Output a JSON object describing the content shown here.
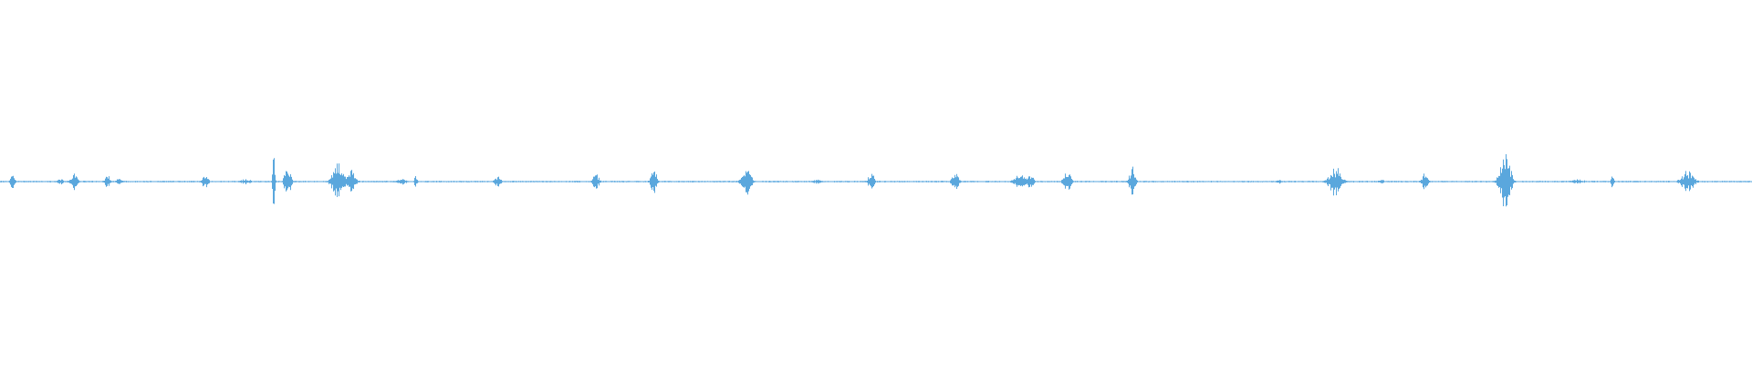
{
  "waveform": {
    "color": "#5aa7dd",
    "background": "#ffffff",
    "baseline_amplitude": 0.004,
    "bursts": [
      {
        "t": 0.007,
        "amp": 0.05,
        "width": 0.0015
      },
      {
        "t": 0.034,
        "amp": 0.02,
        "width": 0.002
      },
      {
        "t": 0.042,
        "amp": 0.06,
        "width": 0.002
      },
      {
        "t": 0.061,
        "amp": 0.05,
        "width": 0.0015
      },
      {
        "t": 0.068,
        "amp": 0.02,
        "width": 0.002
      },
      {
        "t": 0.117,
        "amp": 0.05,
        "width": 0.002
      },
      {
        "t": 0.14,
        "amp": 0.02,
        "width": 0.003
      },
      {
        "t": 0.156,
        "amp": 0.2,
        "width": 0.0008
      },
      {
        "t": 0.164,
        "amp": 0.12,
        "width": 0.002
      },
      {
        "t": 0.193,
        "amp": 0.12,
        "width": 0.004
      },
      {
        "t": 0.2,
        "amp": 0.08,
        "width": 0.003
      },
      {
        "t": 0.229,
        "amp": 0.02,
        "width": 0.003
      },
      {
        "t": 0.237,
        "amp": 0.04,
        "width": 0.001
      },
      {
        "t": 0.284,
        "amp": 0.04,
        "width": 0.002
      },
      {
        "t": 0.34,
        "amp": 0.05,
        "width": 0.002
      },
      {
        "t": 0.373,
        "amp": 0.08,
        "width": 0.002
      },
      {
        "t": 0.426,
        "amp": 0.09,
        "width": 0.003
      },
      {
        "t": 0.466,
        "amp": 0.015,
        "width": 0.003
      },
      {
        "t": 0.497,
        "amp": 0.06,
        "width": 0.002
      },
      {
        "t": 0.545,
        "amp": 0.07,
        "width": 0.002
      },
      {
        "t": 0.582,
        "amp": 0.04,
        "width": 0.004
      },
      {
        "t": 0.588,
        "amp": 0.05,
        "width": 0.002
      },
      {
        "t": 0.609,
        "amp": 0.07,
        "width": 0.0025
      },
      {
        "t": 0.646,
        "amp": 0.09,
        "width": 0.002
      },
      {
        "t": 0.73,
        "amp": 0.015,
        "width": 0.002
      },
      {
        "t": 0.762,
        "amp": 0.09,
        "width": 0.004
      },
      {
        "t": 0.788,
        "amp": 0.015,
        "width": 0.002
      },
      {
        "t": 0.813,
        "amp": 0.06,
        "width": 0.002
      },
      {
        "t": 0.859,
        "amp": 0.17,
        "width": 0.0035
      },
      {
        "t": 0.9,
        "amp": 0.015,
        "width": 0.005
      },
      {
        "t": 0.92,
        "amp": 0.05,
        "width": 0.001
      },
      {
        "t": 0.963,
        "amp": 0.07,
        "width": 0.004
      }
    ]
  }
}
